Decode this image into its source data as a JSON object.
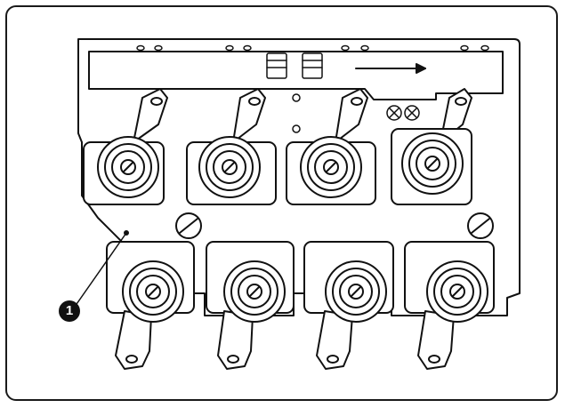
{
  "callout": {
    "number": "1"
  },
  "colors": {
    "line": "#111111",
    "fill": "#ffffff",
    "accent_fill": "#f2f2f2"
  },
  "parts": {
    "upper_row_count": 4,
    "lower_row_count": 4,
    "arrow_direction": "right"
  }
}
